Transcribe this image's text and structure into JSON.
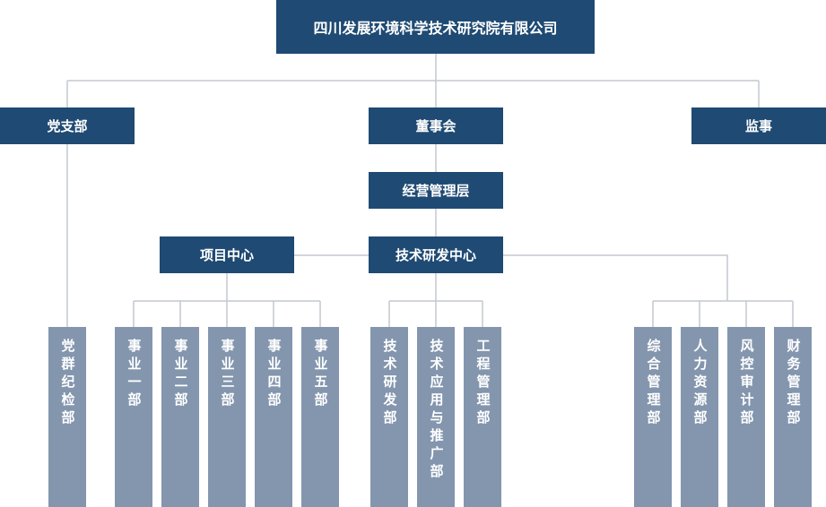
{
  "org": {
    "company": "四川发展环境科学技术研究院有限公司",
    "party_branch": "党支部",
    "board": "董事会",
    "supervisor": "监事",
    "management": "经营管理层",
    "project_center": "项目中心",
    "rd_center": "技术研发中心",
    "depts": {
      "party_discipline": "党群纪检部",
      "biz1": "事业一部",
      "biz2": "事业二部",
      "biz3": "事业三部",
      "biz4": "事业四部",
      "biz5": "事业五部",
      "tech_rd": "技术研发部",
      "tech_app": "技术应用与推广部",
      "engineering": "工程管理部",
      "general": "综合管理部",
      "hr": "人力资源部",
      "risk": "风控审计部",
      "finance": "财务管理部"
    }
  }
}
